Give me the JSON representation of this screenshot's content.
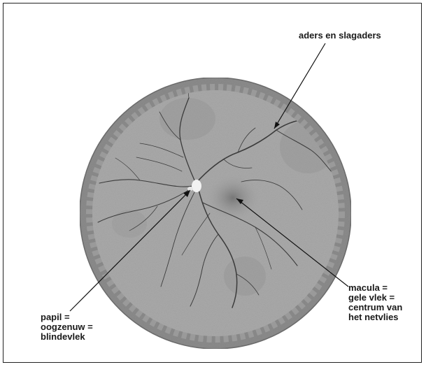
{
  "labels": {
    "vessels": "aders en slagaders",
    "macula": "macula =\ngele vlek =\ncentrum van\nhet netvlies",
    "papil": "papil =\noogzenuw =\nblindevlek"
  },
  "colors": {
    "retina_fill": "#a9a9a9",
    "rim": "#8a8a8a",
    "vessel": "#3b3b3b",
    "macula_shade": "#7f7f7f",
    "optic_disc": "#f2f2f2",
    "pointer": "#111111"
  }
}
